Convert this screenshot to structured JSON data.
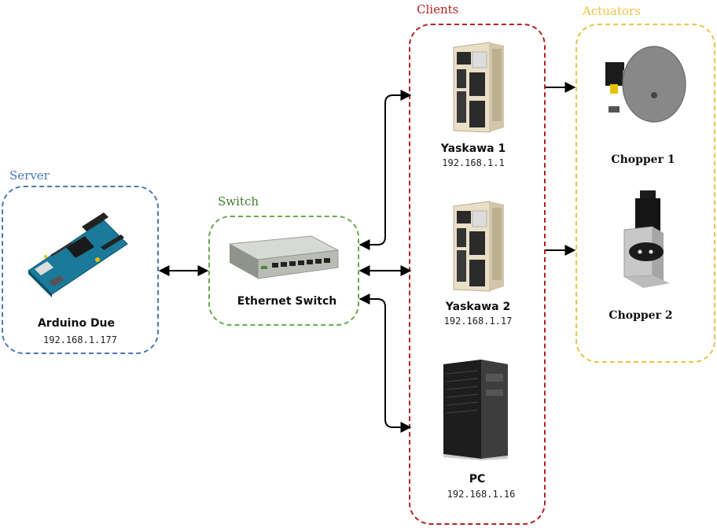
{
  "groups": {
    "server": {
      "label": "Server",
      "color": "#4a78b5"
    },
    "switch": {
      "label": "Switch",
      "color": "#3e7d2c"
    },
    "clients": {
      "label": "Clients",
      "color": "#b22222"
    },
    "actuators": {
      "label": "Actuators",
      "color": "#e8c547"
    }
  },
  "nodes": {
    "arduino": {
      "name": "Arduino Due",
      "ip": "192.168.1.177",
      "icon": "arduino-board-icon"
    },
    "ethernet_switch": {
      "name": "Ethernet Switch",
      "icon": "network-switch-icon"
    },
    "yaskawa1": {
      "name": "Yaskawa 1",
      "ip": "192.168.1.1",
      "icon": "servo-drive-icon"
    },
    "yaskawa2": {
      "name": "Yaskawa 2",
      "ip": "192.168.1.17",
      "icon": "servo-drive-icon"
    },
    "pc": {
      "name": "PC",
      "ip": "192.168.1.16",
      "icon": "desktop-tower-icon"
    },
    "chopper1": {
      "name": "Chopper 1",
      "icon": "disc-chopper-icon"
    },
    "chopper2": {
      "name": "Chopper 2",
      "icon": "bracket-chopper-icon"
    }
  },
  "connections": [
    {
      "from": "arduino",
      "to": "ethernet_switch",
      "type": "bidirectional"
    },
    {
      "from": "ethernet_switch",
      "to": "yaskawa1",
      "type": "bidirectional"
    },
    {
      "from": "ethernet_switch",
      "to": "yaskawa2",
      "type": "bidirectional"
    },
    {
      "from": "ethernet_switch",
      "to": "pc",
      "type": "bidirectional"
    },
    {
      "from": "yaskawa1",
      "to": "chopper1",
      "type": "directed"
    },
    {
      "from": "yaskawa2",
      "to": "chopper2",
      "type": "directed"
    }
  ]
}
